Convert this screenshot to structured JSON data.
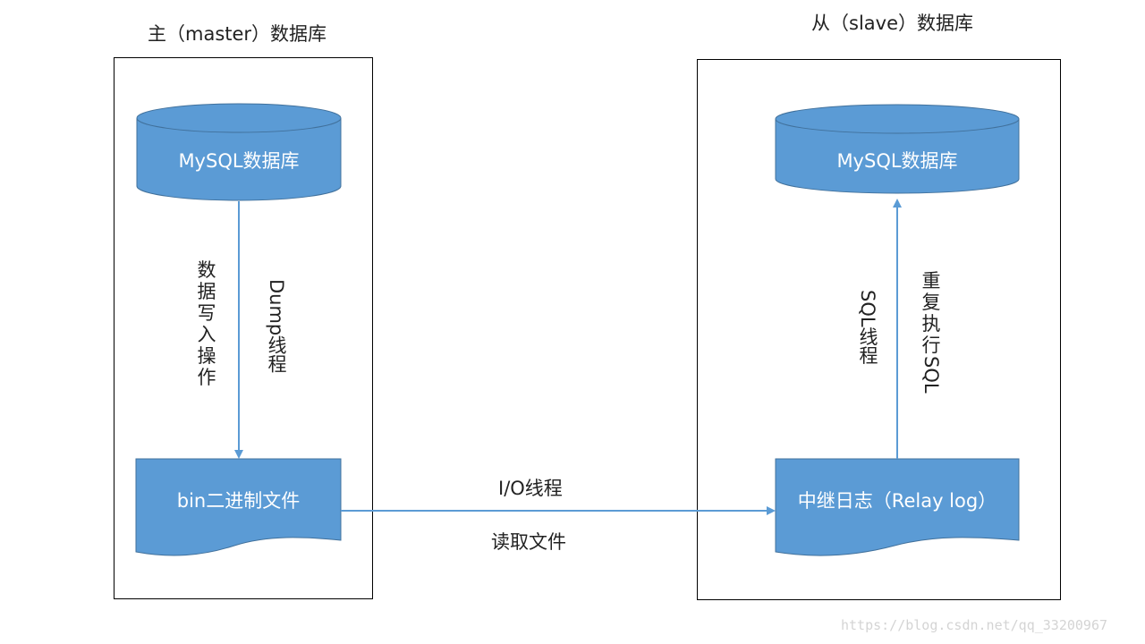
{
  "master": {
    "title": "主（master）数据库",
    "database_label": "MySQL数据库",
    "binlog_label": "bin二进制文件",
    "write_label": "数据写入操作",
    "dump_label": "Dump线程"
  },
  "slave": {
    "title": "从（slave）数据库",
    "database_label": "MySQL数据库",
    "relaylog_label": "中继日志（Relay log）",
    "sql_thread_label": "SQL线程",
    "replay_label": "重复执行SQL"
  },
  "transfer": {
    "io_thread_label": "I/O线程",
    "read_label": "读取文件"
  },
  "colors": {
    "shape_fill": "#5b9bd5",
    "shape_stroke": "#41719c",
    "arrow": "#5b9bd5",
    "frame": "#000000"
  },
  "watermark": "https://blog.csdn.net/qq_33200967"
}
